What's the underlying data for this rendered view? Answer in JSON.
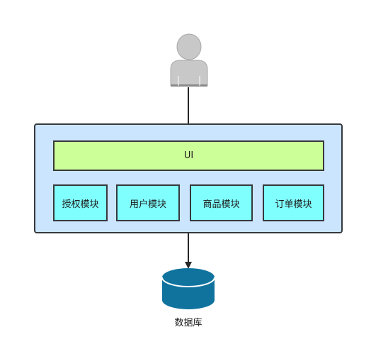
{
  "ui_layer": {
    "label": "UI"
  },
  "modules": [
    {
      "label": "授权模块"
    },
    {
      "label": "用户模块"
    },
    {
      "label": "商品模块"
    },
    {
      "label": "订单模块"
    }
  ],
  "database": {
    "label": "数据库"
  },
  "colors": {
    "container_fill": "#cce5ff",
    "ui_fill": "#cdff99",
    "module_fill": "#80ffff",
    "database_fill": "#10739e",
    "user_icon_fill": "#c8c8c8",
    "stroke": "#36393d"
  },
  "icons": {
    "user": "user-icon",
    "database": "database-icon"
  }
}
